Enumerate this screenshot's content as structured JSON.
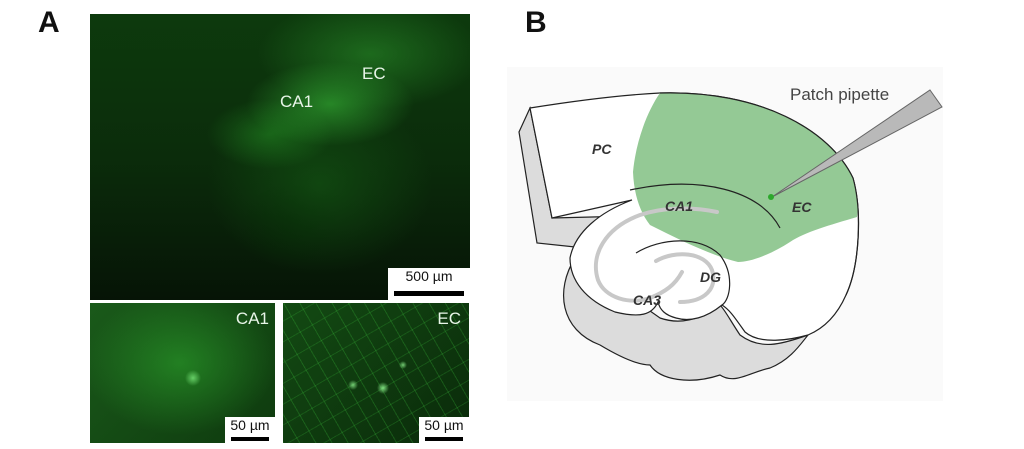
{
  "panel_a": {
    "label": "A",
    "overview": {
      "labels": {
        "ca1": "CA1",
        "ec": "EC"
      },
      "scale_bar": "500 µm"
    },
    "inset_ca1": {
      "label": "CA1",
      "scale_bar": "50 µm"
    },
    "inset_ec": {
      "label": "EC",
      "scale_bar": "50 µm"
    }
  },
  "panel_b": {
    "label": "B",
    "labels": {
      "pc": "PC",
      "ca1": "CA1",
      "ec": "EC",
      "dg": "DG",
      "ca3": "CA3",
      "pipette": "Patch pipette"
    },
    "colors": {
      "green_region": "#94c995",
      "gray": "#dcdcdc",
      "outline": "#222222",
      "background": "#fafafa"
    }
  }
}
